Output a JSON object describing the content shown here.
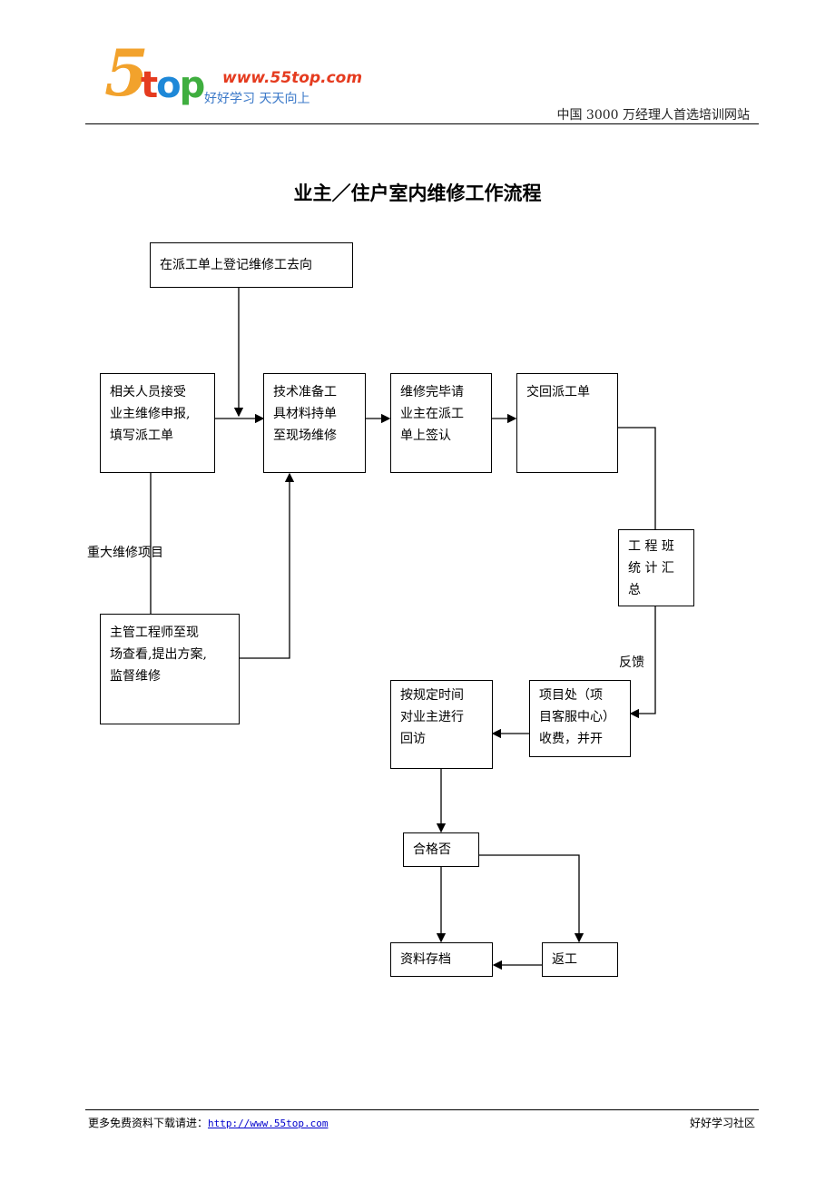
{
  "header": {
    "logo": {
      "number": "5",
      "word_t": "t",
      "word_o": "o",
      "word_p": "p",
      "url": "www.55top.com",
      "slogan": "好好学习  天天向上"
    },
    "tagline": "中国 3000 万经理人首选培训网站"
  },
  "title": "业主／住户室内维修工作流程",
  "flow": {
    "register": "在派工单上登记维修工去向",
    "receive": "相关人员接受\n业主维修申报,\n填写派工单",
    "prepare": "技术准备工\n具材料持单\n至现场维修",
    "sign": "维修完毕请\n业主在派工\n单上签认",
    "return_sheet": "交回派工单",
    "engineer": "主管工程师至现\n场查看,提出方案,\n监督维修",
    "major_label": "重大维修项目",
    "stats": "工 程 班\n统 计 汇\n总",
    "feedback_label": "反馈",
    "project": "项目处（项\n目客服中心）\n收费，并开",
    "revisit": "按规定时间\n对业主进行\n回访",
    "qualified": "合格否",
    "archive": "资料存档",
    "rework": "返工"
  },
  "footer": {
    "left_text": "更多免费资料下载请进：",
    "link": "http://www.55top.com",
    "right_text": "好好学习社区"
  }
}
